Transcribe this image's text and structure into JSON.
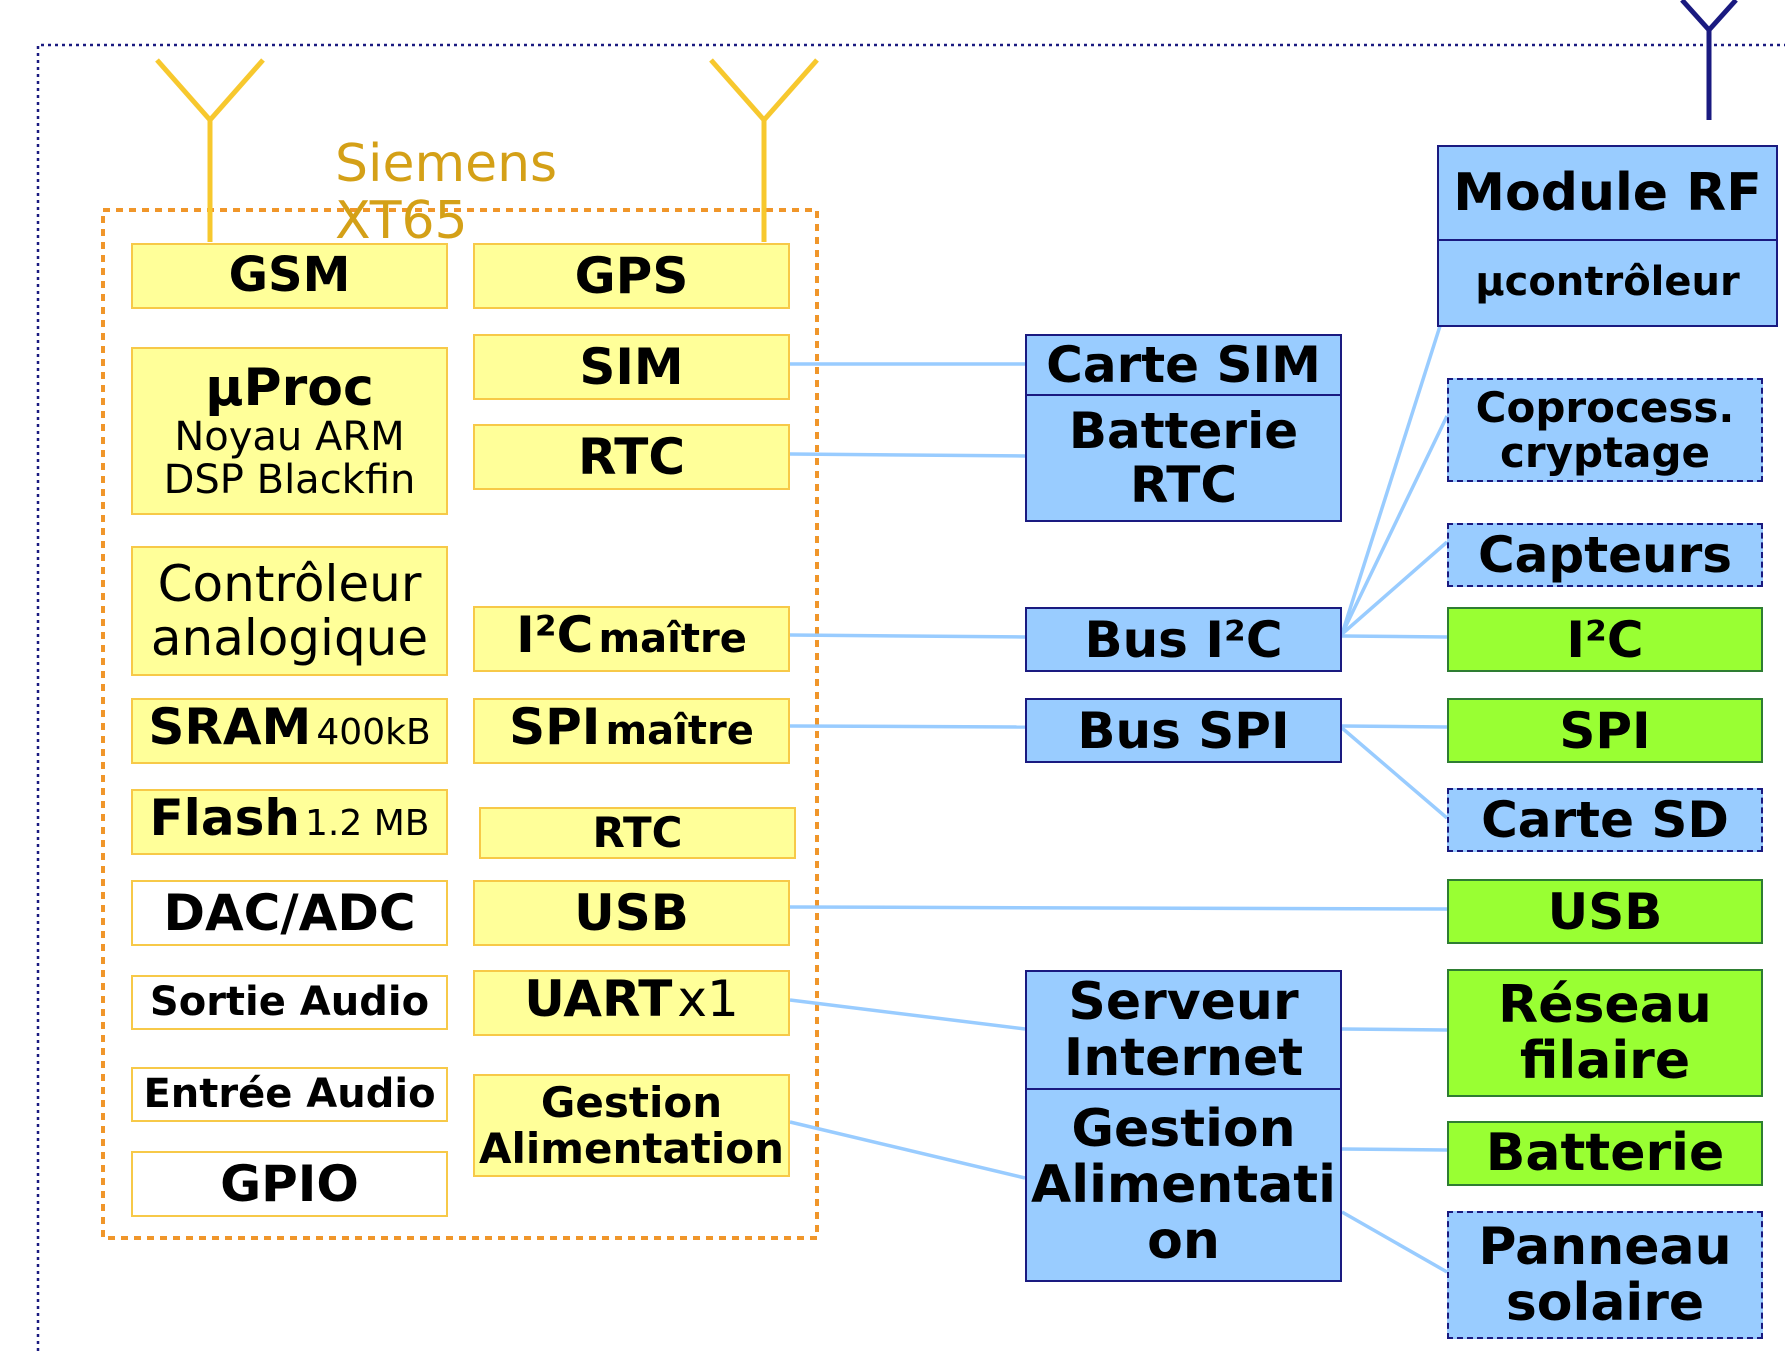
{
  "module": {
    "label": "Siemens XT65"
  },
  "internal_left": {
    "gsm": "GSM",
    "uproc": {
      "title": "µProc",
      "line1": "Noyau ARM",
      "line2": "DSP Blackfin"
    },
    "analog": {
      "line1": "Contrôleur",
      "line2": "analogique"
    },
    "sram": {
      "name": "SRAM",
      "size": "400kB"
    },
    "flash": {
      "name": "Flash",
      "size": "1.2 MB"
    },
    "dacadc": "DAC/ADC",
    "audio_out": "Sortie Audio",
    "audio_in": "Entrée Audio",
    "gpio": "GPIO"
  },
  "internal_right": {
    "gps": "GPS",
    "sim": "SIM",
    "rtc": "RTC",
    "i2c": {
      "name": "I²C",
      "suffix": "maître"
    },
    "spi": {
      "name": "SPI",
      "suffix": "maître"
    },
    "rtc2": "RTC",
    "usb": "USB",
    "uart": {
      "name": "UART",
      "suffix": "x1"
    },
    "power": {
      "line1": "Gestion",
      "line2": "Alimentation"
    }
  },
  "middle": {
    "carte_sim": "Carte SIM",
    "batterie_rtc": {
      "line1": "Batterie",
      "line2": "RTC"
    },
    "bus_i2c": "Bus I²C",
    "bus_spi": "Bus SPI",
    "serveur": {
      "line1": "Serveur",
      "line2": "Internet"
    },
    "gestion": {
      "line1": "Gestion",
      "line2": "Alimentati",
      "line3": "on"
    }
  },
  "right": {
    "module_rf": "Module RF",
    "ucontroleur": "µcontrôleur",
    "coprocess": {
      "line1": "Coprocess.",
      "line2": "cryptage"
    },
    "capteurs": "Capteurs",
    "i2c": "I²C",
    "spi": "SPI",
    "carte_sd": "Carte SD",
    "usb": "USB",
    "reseau": {
      "line1": "Réseau",
      "line2": "filaire"
    },
    "batterie": "Batterie",
    "panneau": {
      "line1": "Panneau",
      "line2": "solaire"
    }
  },
  "colors": {
    "internal_fill": "#ffff99",
    "internal_border": "#f7c948",
    "module_border": "#f0962a",
    "antenna": "#f7c82e",
    "middle_fill": "#99ccff",
    "right_green": "#99ff33",
    "link_line": "#99ccff",
    "rf_antenna": "#1a1a80",
    "label_gold": "#d4a017"
  }
}
